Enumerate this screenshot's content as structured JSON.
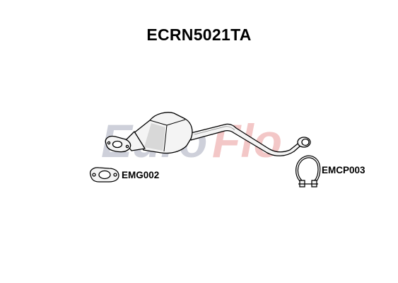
{
  "title": "ECRN5021TA",
  "watermark": {
    "text_part1": "Euro",
    "text_part2": "Flo",
    "color_part1": "#c9ccd6",
    "color_part2": "#f2c2c2"
  },
  "parts": [
    {
      "code": "EMG002",
      "icon": "gasket-icon"
    },
    {
      "code": "EMCP003",
      "icon": "clamp-icon"
    }
  ],
  "colors": {
    "outline": "#000000",
    "body_fill": "#f4f4f4",
    "shade": "#d8d8d8"
  }
}
